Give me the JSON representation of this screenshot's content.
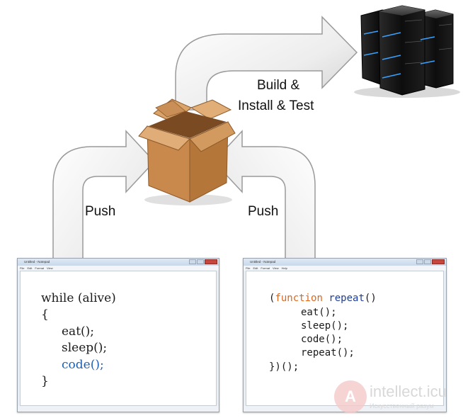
{
  "labels": {
    "build": "Build &",
    "install_test": "Install & Test",
    "push_left": "Push",
    "push_right": "Push"
  },
  "left_window": {
    "title": "Untitled - Notepad",
    "menu": [
      "File",
      "Edit",
      "Format",
      "View"
    ],
    "code": {
      "line1": "while (alive)",
      "line2": "{",
      "line3": "eat();",
      "line4": "sleep();",
      "line5": "code();",
      "line6": "}"
    }
  },
  "right_window": {
    "title": "Untitled - Notepad",
    "menu": [
      "File",
      "Edit",
      "Format",
      "View",
      "Help"
    ],
    "code": {
      "paren_open": "(",
      "kw_function": "function",
      "fn_name": "repeat",
      "parens": "()",
      "line2": "eat();",
      "line3": "sleep();",
      "line4": "code();",
      "line5": "repeat();",
      "line6": "})();"
    }
  },
  "watermark": {
    "letter": "A",
    "site": "intellect.icu",
    "tagline": "Искусственный разум"
  },
  "colors": {
    "arrow_fill": "#ececec",
    "arrow_stroke": "#9a9a9a",
    "box_fill": "#c68a52",
    "server_body": "#111111",
    "code_highlight_blue": "#1f5fb0",
    "keyword_orange": "#e0661a"
  },
  "icons": [
    "build-arrow",
    "push-arrow-left",
    "push-arrow-right",
    "package-box-icon",
    "server-rack-icon"
  ]
}
